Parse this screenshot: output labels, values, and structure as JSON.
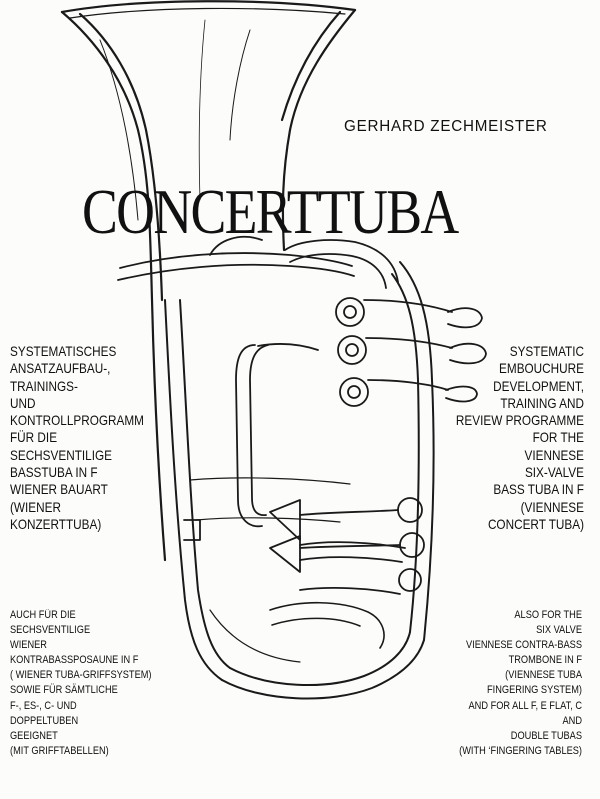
{
  "author": "GERHARD ZECHMEISTER",
  "title": "CONCERTTUBA",
  "german_description": [
    "SYSTEMATISCHES",
    "ANSATZAUFBAU-,",
    "TRAININGS-",
    "UND",
    "KONTROLLPROGRAMM",
    "FÜR DIE",
    "SECHSVENTILIGE",
    "BASSTUBA IN F",
    "WIENER BAUART",
    "(WIENER",
    "KONZERTTUBA)"
  ],
  "english_description": [
    "SYSTEMATIC",
    "EMBOUCHURE",
    "DEVELOPMENT,",
    "TRAINING AND",
    "REVIEW PROGRAMME",
    "FOR THE",
    "VIENNESE",
    "SIX-VALVE",
    "BASS TUBA IN F",
    "(VIENNESE",
    "CONCERT TUBA)"
  ],
  "german_additional": [
    "AUCH FÜR DIE",
    "SECHSVENTILIGE",
    "WIENER",
    "KONTRABASSPOSAUNE IN F",
    "( WIENER TUBA-GRIFFSYSTEM)",
    "SOWIE FÜR SÄMTLICHE",
    "F-, ES-, C- UND",
    "DOPPELTUBEN",
    "GEEIGNET",
    "(MIT GRIFFTABELLEN)"
  ],
  "english_additional": [
    "ALSO FOR THE",
    "SIX VALVE",
    "VIENNESE CONTRA-BASS",
    "TROMBONE IN F",
    "(VIENNESE TUBA",
    "FINGERING SYSTEM)",
    "AND FOR ALL F, E FLAT, C",
    "AND",
    "DOUBLE TUBAS",
    "(WITH ‘FINGERING TABLES)"
  ],
  "colors": {
    "ink": "#111111",
    "paper": "#fcfcfa"
  },
  "illustration": "tuba-line-drawing"
}
